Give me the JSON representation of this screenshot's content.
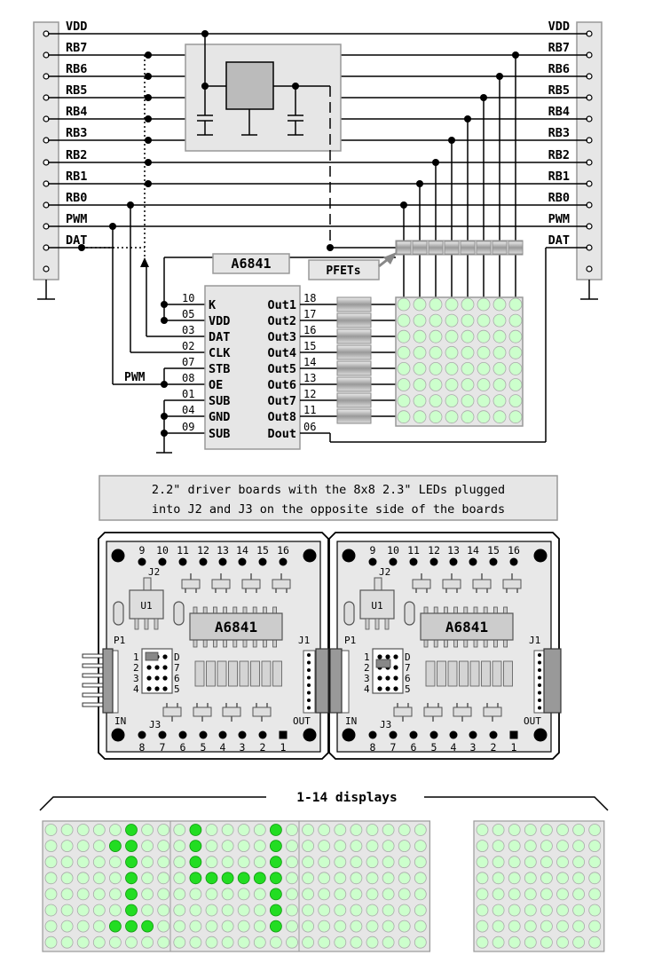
{
  "schematic": {
    "left_connector": {
      "pins": [
        "VDD",
        "RB7",
        "RB6",
        "RB5",
        "RB4",
        "RB3",
        "RB2",
        "RB1",
        "RB0",
        "PWM",
        "DAT"
      ]
    },
    "right_connector": {
      "pins": [
        "VDD",
        "RB7",
        "RB6",
        "RB5",
        "RB4",
        "RB3",
        "RB2",
        "RB1",
        "RB0",
        "PWM",
        "DAT"
      ]
    },
    "chip": {
      "name": "A6841",
      "left_pins": [
        {
          "num": "10",
          "name": "K"
        },
        {
          "num": "05",
          "name": "VDD"
        },
        {
          "num": "03",
          "name": "DAT"
        },
        {
          "num": "02",
          "name": "CLK"
        },
        {
          "num": "07",
          "name": "STB"
        },
        {
          "num": "08",
          "name": "OE"
        },
        {
          "num": "01",
          "name": "SUB"
        },
        {
          "num": "04",
          "name": "GND"
        },
        {
          "num": "09",
          "name": "SUB"
        }
      ],
      "right_pins": [
        {
          "num": "18",
          "name": "Out1"
        },
        {
          "num": "17",
          "name": "Out2"
        },
        {
          "num": "16",
          "name": "Out3"
        },
        {
          "num": "15",
          "name": "Out4"
        },
        {
          "num": "14",
          "name": "Out5"
        },
        {
          "num": "13",
          "name": "Out6"
        },
        {
          "num": "12",
          "name": "Out7"
        },
        {
          "num": "11",
          "name": "Out8"
        },
        {
          "num": "06",
          "name": "Dout"
        }
      ]
    },
    "pwm_label": "PWM",
    "pfets_label": "PFETs"
  },
  "caption": {
    "line1": "2.2\" driver boards with the 8x8 2.3\" LEDs plugged",
    "line2": "into J2 and J3 on the opposite side of the boards"
  },
  "boards": {
    "top_pins": [
      "9",
      "10",
      "11",
      "12",
      "13",
      "14",
      "15",
      "16"
    ],
    "bottom_pins": [
      "8",
      "7",
      "6",
      "5",
      "4",
      "3",
      "2",
      "1"
    ],
    "j2": "J2",
    "j3": "J3",
    "j1": "J1",
    "p1": "P1",
    "u1": "U1",
    "chip": "A6841",
    "in_label": "IN",
    "out_label": "OUT",
    "p1_left": [
      "1",
      "2",
      "3",
      "4"
    ],
    "p1_right": [
      "D",
      "7",
      "6",
      "5"
    ]
  },
  "displays": {
    "label": "1-14 displays",
    "letter_color": "#22dd22",
    "led_color": "#ccffcc"
  }
}
